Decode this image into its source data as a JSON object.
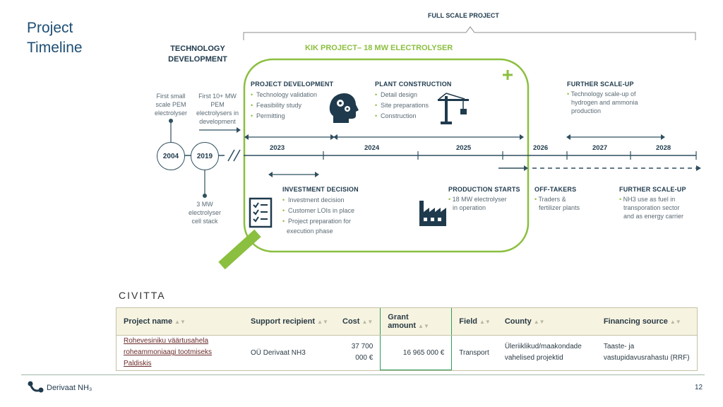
{
  "page": {
    "title_line1": "Project",
    "title_line2": "Timeline",
    "page_number": "12"
  },
  "headers": {
    "full_scale": "FULL SCALE PROJECT",
    "tech_dev_line1": "TECHNOLOGY",
    "tech_dev_line2": "DEVELOPMENT",
    "kik": "KIK PROJECT– 18 MW ELECTROLYSER"
  },
  "early": {
    "note1_l1": "First small",
    "note1_l2": "scale PEM",
    "note1_l3": "electrolyser",
    "note2_l1": "First 10+ MW",
    "note2_l2": "PEM",
    "note2_l3": "electrolysers in",
    "note2_l4": "development",
    "note3_l1": "3 MW",
    "note3_l2": "electrolyser",
    "note3_l3": "cell stack",
    "year1": "2004",
    "year2": "2019"
  },
  "years": {
    "y2023": "2023",
    "y2024": "2024",
    "y2025": "2025",
    "y2026": "2026",
    "y2027": "2027",
    "y2028": "2028"
  },
  "sections": {
    "project_dev": {
      "title": "PROJECT DEVELOPMENT",
      "items": [
        "Technology validation",
        "Feasibility study",
        "Permitting"
      ]
    },
    "plant_const": {
      "title": "PLANT CONSTRUCTION",
      "items": [
        "Detail design",
        "Site preparations",
        "Construction"
      ]
    },
    "further_top": {
      "title": "FURTHER SCALE-UP",
      "l1": "Technology scale-up of",
      "l2": "hydrogen and ammonia",
      "l3": "production"
    },
    "investment": {
      "title": "INVESTMENT DECISION",
      "items": [
        "Investment decision",
        "Customer LOIs in place",
        "Project preparation for"
      ],
      "cont": "execution phase"
    },
    "production": {
      "title": "PRODUCTION STARTS",
      "l1": "18 MW electrolyser",
      "l2": "in operation"
    },
    "offtakers": {
      "title": "OFF-TAKERS",
      "l1": "Traders &",
      "l2": "fertilizer plants"
    },
    "further_bottom": {
      "title": "FURTHER SCALE-UP",
      "l1": "NH3 use as fuel in",
      "l2": "transporation sector",
      "l3": "and as energy carrier"
    }
  },
  "brand": {
    "civitta": "CIVITTA",
    "footer_logo": "Derivaat NH₃"
  },
  "table": {
    "headers": [
      "Project name",
      "Support recipient",
      "Cost",
      "Grant amount",
      "Field",
      "County",
      "Financing source"
    ],
    "row": {
      "name_l1": "Rohevesiniku väärtusahela",
      "name_l2": "roheammoniaagi tootmiseks Paldiskis",
      "recipient": "OÜ Derivaat NH3",
      "cost_l1": "37 700",
      "cost_l2": "000 €",
      "grant": "16 965 000 €",
      "field": "Transport",
      "county_l1": "Üleriiklikud/maakondade",
      "county_l2": "vahelised projektid",
      "source_l1": "Taaste- ja",
      "source_l2": "vastupidavusrahastu (RRF)"
    }
  },
  "colors": {
    "accent": "#8bbf3f",
    "navy": "#1f3a4d",
    "table_header_bg": "#f6f4e1",
    "highlight_border": "#2e9b5a"
  },
  "icons": [
    "head-gears-icon",
    "crane-icon",
    "checklist-icon",
    "factory-icon",
    "plus-icon",
    "sort-icon",
    "logo-icon"
  ]
}
